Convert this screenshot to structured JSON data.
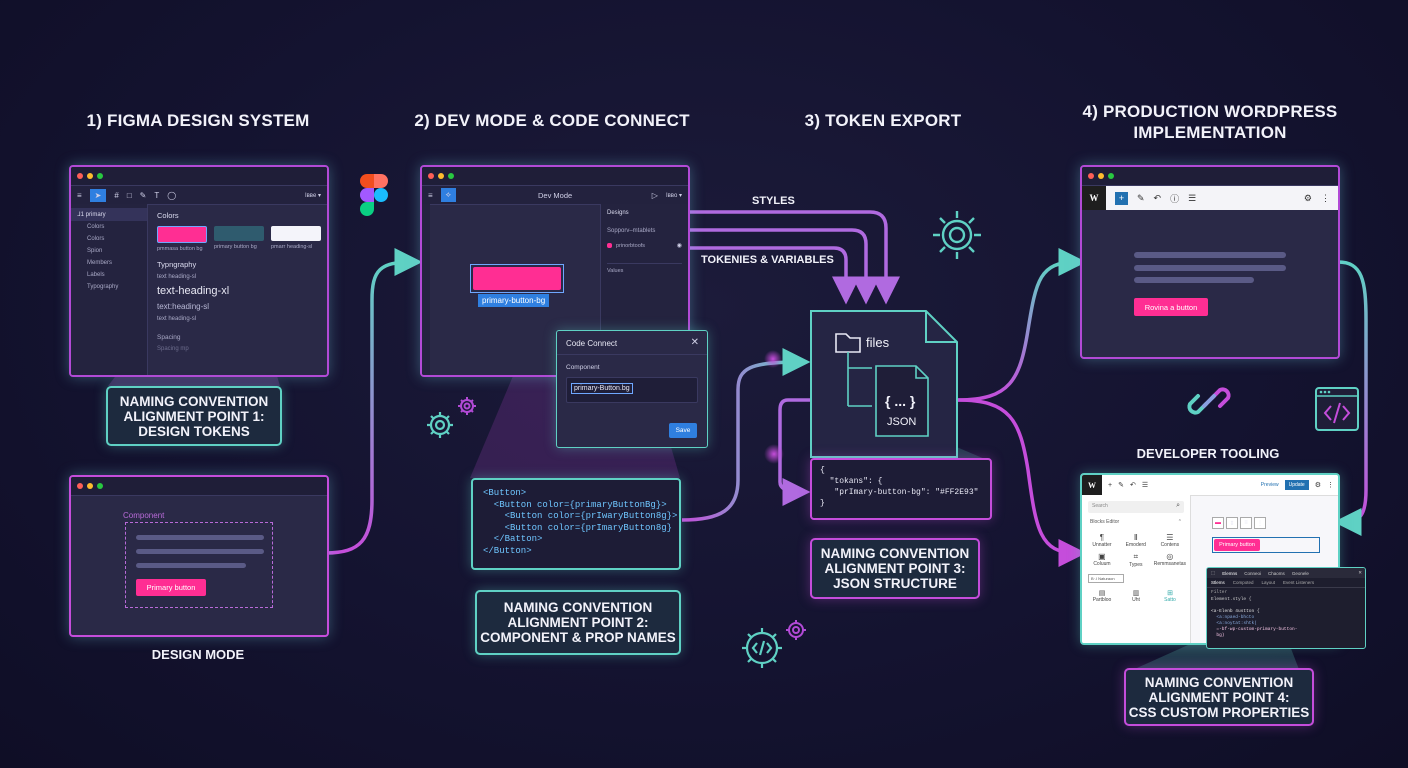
{
  "sections": {
    "s1": "1) FIGMA DESIGN SYSTEM",
    "s2": "2) DEV MODE & CODE CONNECT",
    "s3": "3) TOKEN EXPORT",
    "s4a": "4) PRODUCTION WORDPRESS",
    "s4b": "IMPLEMENTATION"
  },
  "figma": {
    "toolbar_right": "Iʙʙe ▾",
    "layers": [
      "ᒧ1 primary",
      "Colors",
      "Colors",
      "Spion",
      "Members",
      "Labels",
      "Typography"
    ],
    "colors_title": "Colors",
    "swatch_labels": [
      "pmmasa button bg",
      "primary button bg",
      "pmarr heading-sl"
    ],
    "typo_title": "Typngraphy",
    "typo_items": [
      "text heading-sl",
      "text-heading-xl",
      "text:heading-sl",
      "text heading-sl"
    ],
    "spacing_title": "Spacing",
    "spacing_item": "Spacing mp"
  },
  "callouts": {
    "c1": [
      "NAMING CONVENTION",
      "ALIGNMENT POINT 1:",
      "DESIGN TOKENS"
    ],
    "c2": [
      "NAMING CONVENTION",
      "ALIGNMENT POINT 2:",
      "COMPONENT & PROP NAMES"
    ],
    "c3": [
      "NAMING CONVENTION",
      "ALIGNMENT POINT 3:",
      "JSON STRUCTURE"
    ],
    "c4": [
      "NAMING CONVENTION",
      "ALIGNMENT POINT 4:",
      "CSS CUSTOM PROPERTIES"
    ]
  },
  "design_mode": {
    "component_label": "Component",
    "button_label": "Primary button",
    "caption": "DESIGN MODE"
  },
  "dev_mode": {
    "title": "Dev Mode",
    "right_label": "Iʙʙo ▾",
    "panel_title": "Designs",
    "panel_sub": "Sopporv–mtablets",
    "panel_item": "prinorbtoofs",
    "panel_values": "Values",
    "selection_label": "primary-button-bg"
  },
  "code_connect": {
    "title": "Code Connect",
    "component_label": "Component",
    "input_value": "primary-Button.bg",
    "save": "Save"
  },
  "code_block": [
    "<Button>",
    "  <Button color={primaryButtonBg}>",
    "    <Button color={prIwaryButton8g}>",
    "    <Button color={prImaryButton8g}",
    "  </Batton>",
    "</Button>"
  ],
  "token_export": {
    "styles": "STYLES",
    "tokens": "TOKENIES & VARIABLES",
    "files": "files",
    "json_glyph": "{ ... }",
    "json": "JSON",
    "json_lines": [
      "{",
      "  \"tokans\": {",
      "   \"prImary-button-bg\": \"#FF2E93\"",
      "}"
    ]
  },
  "wordpress": {
    "button": "Rovina a button",
    "developer_tooling": "DEVELOPER TOOLING"
  },
  "editor": {
    "top_links": [
      "Preview",
      "Update"
    ],
    "search": "Search",
    "blocks_title": "Blocks Editor",
    "blocks": [
      "Unnatter",
      "Emoderd",
      "Contens",
      "Coluum",
      "Types",
      "Remmsanetas",
      "Partbloo",
      "Uht",
      "Satto"
    ],
    "small_input": "B·.l Naturaon",
    "primary_button": "Primary button"
  },
  "devtools": {
    "tabs": [
      "Elemns",
      "Conneoi",
      "Chaoms",
      "Geonele"
    ],
    "subtabs": [
      "Stlems",
      "Compoted",
      "Layout",
      "Event Listeners"
    ],
    "lines": [
      "Filter",
      "Element.style {",
      "",
      "<a-Elenb 4ustton {",
      "  <a:npaed-bhcto",
      "  <a:noytat:shtk(",
      "  =-bf-wp-custom-primary-button-",
      "  bg)"
    ]
  },
  "colors": {
    "accent_pink": "#ff2e93",
    "accent_teal": "#5fd1c4",
    "accent_purple": "#b24ad6",
    "background": "#141330"
  }
}
